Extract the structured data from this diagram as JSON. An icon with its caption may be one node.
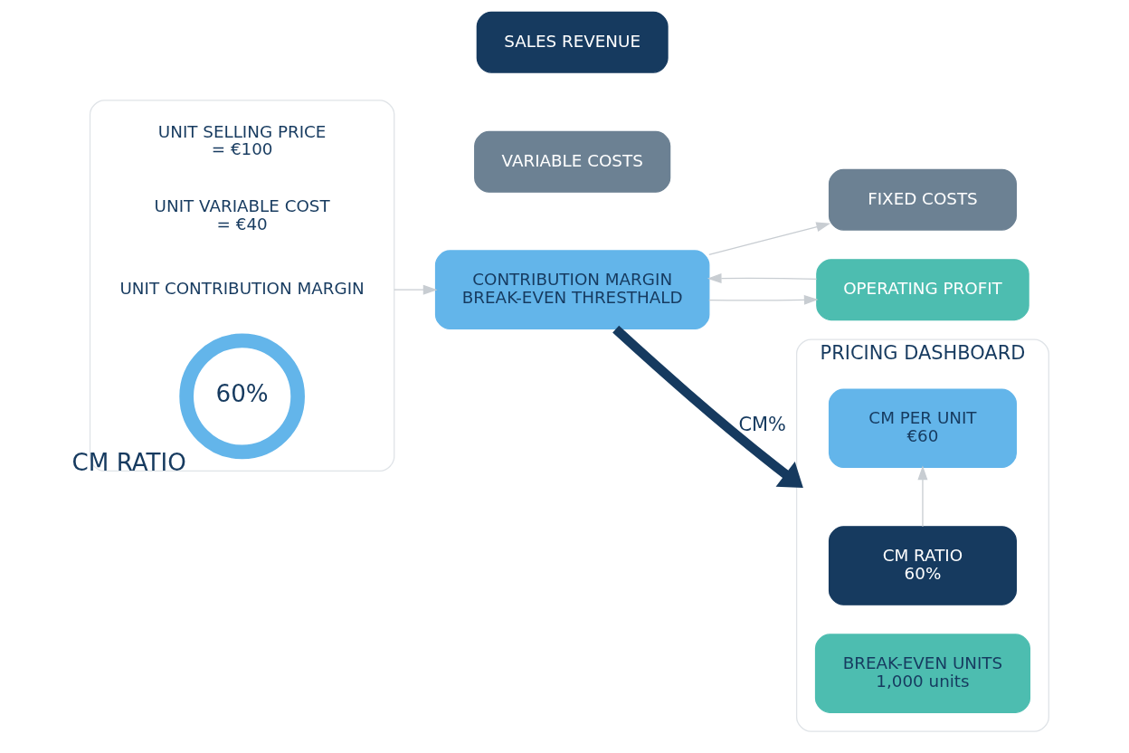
{
  "diagram": {
    "nodes": [
      {
        "text": [],
        "shape": "box"
      },
      {
        "text": [
          "UNIT SELLING PRICE",
          "= €100"
        ],
        "in": 0
      },
      {
        "text": [
          "UNIT VARIABLE COST",
          "= €40"
        ],
        "in": 0
      },
      {
        "text": [
          "UNIT CONTRIBUTION MARGIN"
        ],
        "in": 0
      },
      {
        "text": [
          "60%"
        ],
        "beside": [
          "CM RATIO"
        ],
        "in": 0
      },
      {
        "text": [
          "SALES REVENUE"
        ]
      },
      {
        "text": [
          "VARIABLE COSTS"
        ]
      },
      {
        "text": [
          "CONTRIBUTION MARGIN",
          "BREAK-EVEN THRESTHALD"
        ]
      },
      {
        "text": [
          "FIXED COSTS"
        ]
      },
      {
        "text": [
          "OPERATING PROFIT"
        ]
      },
      {
        "text": [
          "PRICING DASHBOARD"
        ]
      },
      {
        "text": [
          "CM PER UNIT",
          "€60"
        ],
        "in": 10
      },
      {
        "text": [
          "CM RATIO",
          "60%"
        ],
        "in": 10
      },
      {
        "text": [
          "BREAK-EVEN UNITS",
          "1,000 units"
        ],
        "in": 10
      }
    ],
    "edges": [
      {
        "from": 0,
        "to": 7,
        "arrow": "to"
      },
      {
        "from": 7,
        "to": 10,
        "arrow": "to",
        "label": "CM%",
        "style": "thick",
        "color": "#163a5f"
      },
      {
        "from": 7,
        "to": 8,
        "arrow": "to"
      },
      {
        "from": 7,
        "to": 9,
        "arrow": "to"
      },
      {
        "from": 9,
        "to": 7,
        "arrow": "to"
      },
      {
        "from": 12,
        "to": 11,
        "arrow": "to"
      }
    ]
  }
}
